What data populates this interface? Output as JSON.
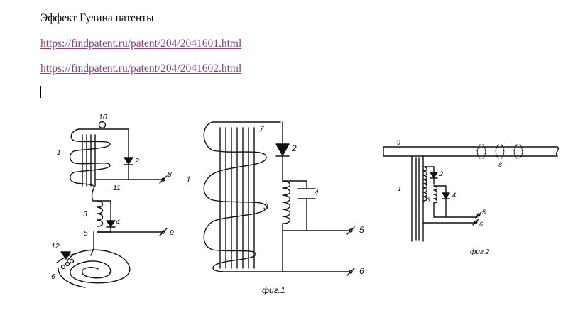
{
  "document": {
    "title": "Эффект Гулина патенты",
    "links": [
      "https://findpatent.ru/patent/204/2041601.html",
      "https://findpatent.ru/patent/204/2041602.html"
    ]
  },
  "figure_left": {
    "labels": [
      "10",
      "1",
      "2",
      "11",
      "8",
      "3",
      "4",
      "5",
      "9",
      "12",
      "6",
      "7"
    ]
  },
  "figure_1": {
    "labels": [
      "7",
      "1",
      "2",
      "4",
      "3",
      "5",
      "6"
    ],
    "caption": "фиг.1"
  },
  "figure_2": {
    "labels": [
      "9",
      "8",
      "2",
      "1",
      "3",
      "4",
      "5",
      "6"
    ],
    "caption": "фиг.2"
  }
}
